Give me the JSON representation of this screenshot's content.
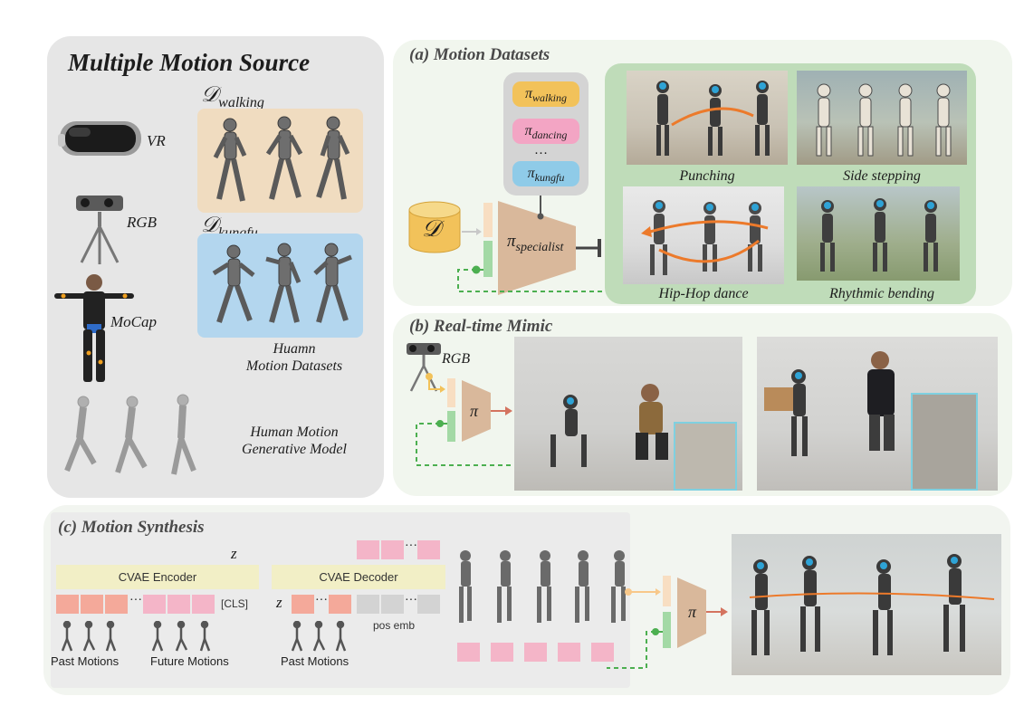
{
  "source_panel": {
    "title": "Multiple Motion Source",
    "vr_label": "VR",
    "rgb_label": "RGB",
    "mocap_label": "MoCap",
    "dataset_walking": "𝒟",
    "dataset_walking_sub": "walking",
    "dataset_kungfu": "𝒟",
    "dataset_kungfu_sub": "kungfu",
    "datasets_caption_line1": "Huamn",
    "datasets_caption_line2": "Motion Datasets",
    "generative_line1": "Human Motion",
    "generative_line2": "Generative Model"
  },
  "panel_a": {
    "title": "(a) Motion Datasets",
    "db_symbol": "𝒟",
    "policy_label": "π",
    "policy_sub": "specialist",
    "policy_list": [
      {
        "sym": "π",
        "sub": "walking",
        "color": "#f2c25a"
      },
      {
        "sym": "π",
        "sub": "dancing",
        "color": "#f3a5c4"
      },
      {
        "sym": "π",
        "sub": "kungfu",
        "color": "#8fcbe8"
      }
    ],
    "list_ellipsis": "…",
    "captions": [
      "Punching",
      "Side stepping",
      "Hip-Hop dance",
      "Rhythmic bending"
    ]
  },
  "panel_b": {
    "title": "(b) Real-time Mimic",
    "rgb_label": "RGB",
    "policy_label": "π"
  },
  "panel_c": {
    "title": "(c) Motion Synthesis",
    "z_top": "z",
    "encoder_label": "CVAE Encoder",
    "decoder_label": "CVAE Decoder",
    "cls_label": "[CLS]",
    "z_dec": "z",
    "pos_emb": "pos emb",
    "past_motions": "Past Motions",
    "future_motions": "Future Motions",
    "past_motions_dec": "Past Motions",
    "ellipsis": "···",
    "policy_label": "π"
  },
  "colors": {
    "source_bg": "#e6e6e6",
    "panel_bg": "#f1f6ee",
    "green_inner": "#bfdcb9",
    "walking_bg": "#f0dcc0",
    "kungfu_bg": "#b3d6ee",
    "policy_fill": "#d9b89b",
    "token_salmon": "#f4a99a",
    "token_pink": "#f4b5c8",
    "token_gray": "#d3d3d3",
    "dashed_green": "#4caf50",
    "arrow_red": "#d4735f"
  }
}
